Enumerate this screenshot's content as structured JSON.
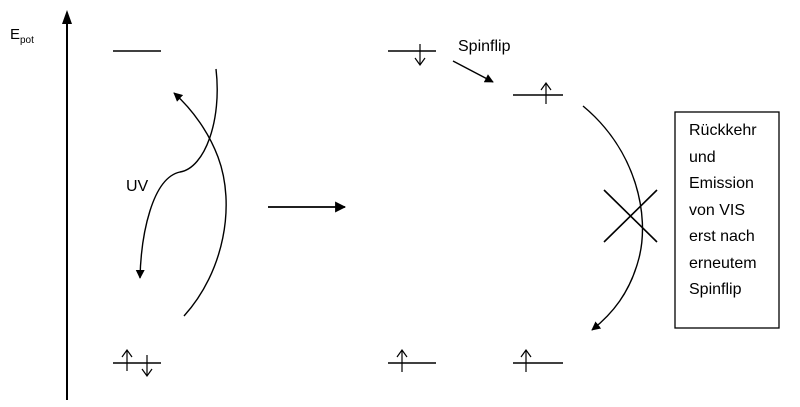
{
  "axis": {
    "label_main": "E",
    "label_sub": "pot"
  },
  "labels": {
    "uv": "UV",
    "spinflip": "Spinflip"
  },
  "box": {
    "lines": [
      "Rückkehr",
      "und",
      "Emission",
      "von VIS",
      "erst nach",
      "erneutem",
      "Spinflip"
    ]
  }
}
